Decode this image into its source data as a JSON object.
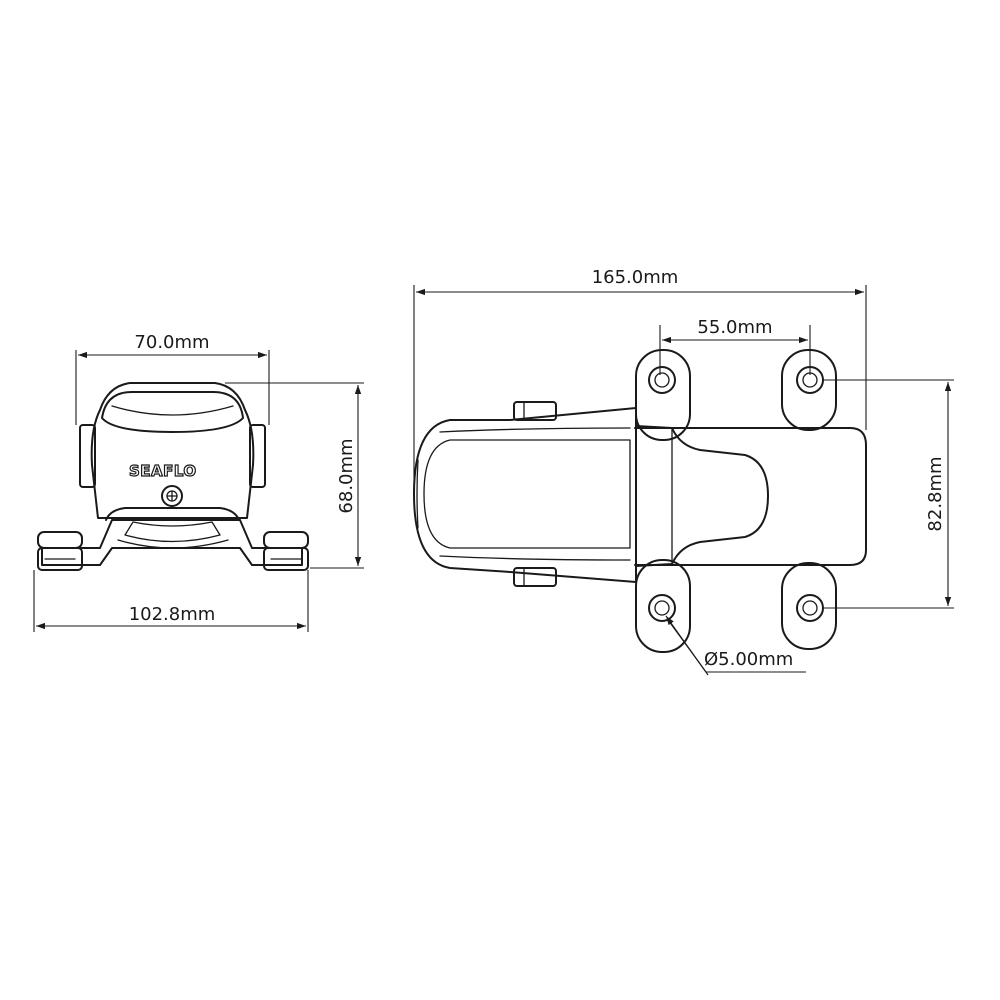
{
  "dimensions": {
    "front_width": "70.0mm",
    "front_height": "68.0mm",
    "base_width": "102.8mm",
    "overall_length": "165.0mm",
    "hole_spacing": "55.0mm",
    "mount_width": "82.8mm",
    "hole_diameter": "Ø5.00mm"
  },
  "brand": "SEAFLO",
  "colors": {
    "line": "#1a1a1a",
    "background": "#ffffff"
  }
}
